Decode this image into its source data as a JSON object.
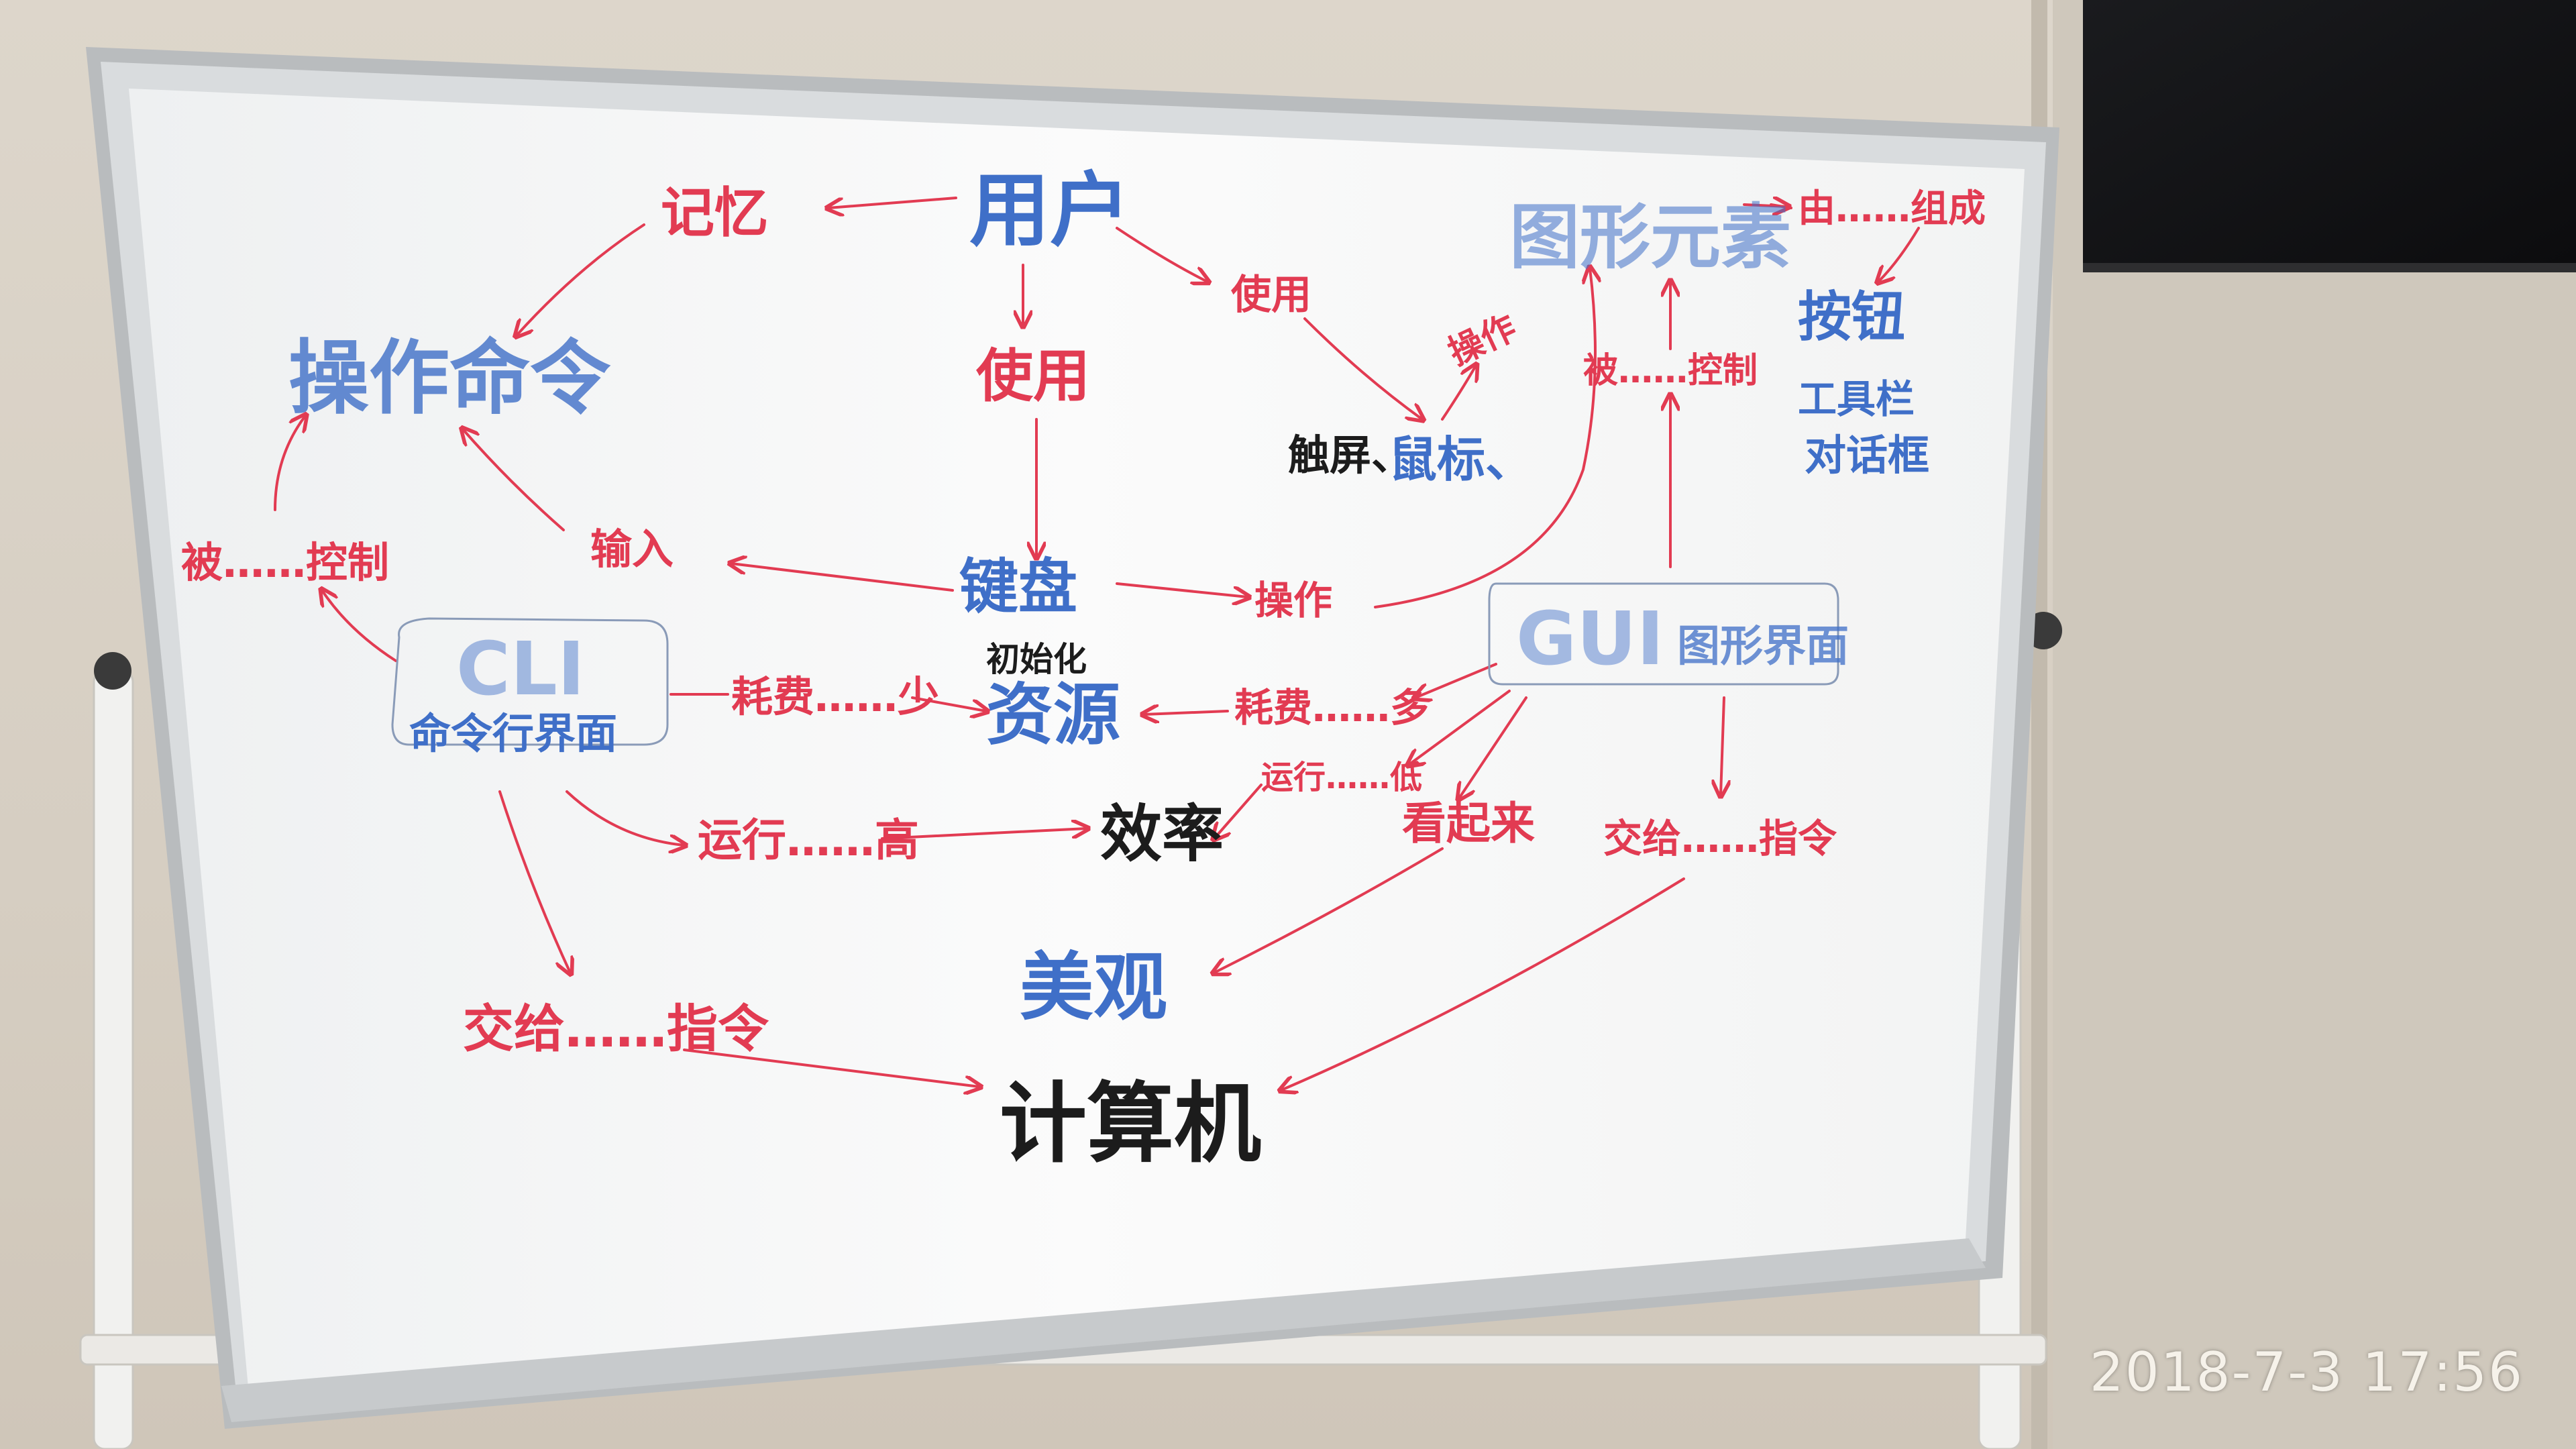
{
  "timestamp": "2018-7-3 17:56",
  "colors": {
    "red_marker": "#e23b52",
    "blue_marker": "#3f6fc8",
    "black_marker": "#1c1c1c",
    "board": "#f7f8f8",
    "wall": "#d8d1c6"
  },
  "board": {
    "nodes": {
      "user": "用户",
      "memory": "记忆",
      "use_left": "使用",
      "use_right": "使用",
      "operate_cmd": "操作命令",
      "graphic_elem": "图形元素",
      "by_compose": "由……组成",
      "button": "按钮",
      "toolbar": "工具栏",
      "dialog": "对话框",
      "controlled_right": "被……控制",
      "operate_top": "操作",
      "touch_mouse_a": "触屏、",
      "touch_mouse_b": "鼠标、",
      "controlled_left": "被……控制",
      "input": "输入",
      "keyboard": "键盘",
      "operate_mid": "操作",
      "cli": "CLI",
      "cli_sub": "命令行界面",
      "gui": "GUI",
      "gui_sub": "图形界面",
      "consume_less": "耗费……少",
      "initialize": "初始化",
      "resource": "资源",
      "consume_more": "耗费……多",
      "run_low": "运行……低",
      "run_high": "运行……高",
      "efficiency": "效率",
      "look": "看起来",
      "give_cmd_right": "交给……指令",
      "beautiful": "美观",
      "give_cmd_left": "交给……指令",
      "computer": "计算机"
    }
  }
}
